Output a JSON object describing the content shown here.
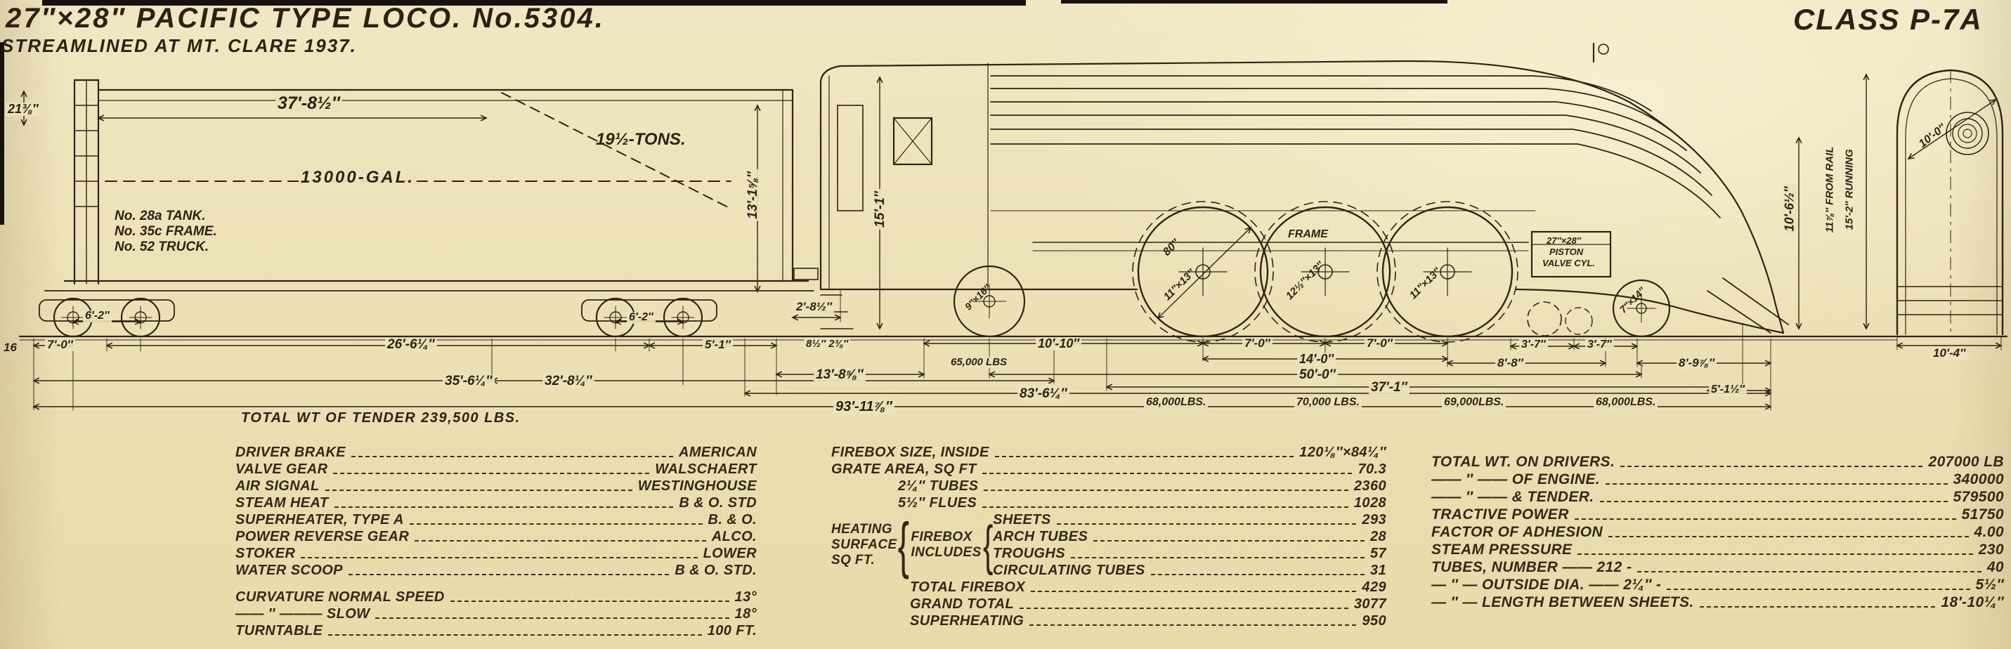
{
  "page": {
    "title": "27″×28″ PACIFIC TYPE LOCO. No.5304.",
    "subtitle": "STREAMLINED AT MT. CLARE 1937.",
    "class_label": "CLASS P-7A"
  },
  "tender": {
    "rear_height": "21⅜″",
    "length_top": "37′-8½″",
    "coal": "19½-TONS.",
    "water": "13000-GAL.",
    "note1": "No. 28a TANK.",
    "note2": "No. 35c FRAME.",
    "note3": "No. 52 TRUCK.",
    "height": "13′-1⅝″",
    "truck_spacing_rear": "6′-2″",
    "truck_spacing_front": "6′-2″",
    "rear_axle_dim": "7′-0″",
    "edge_note": "16",
    "truck_centers": "26′-6¼″",
    "front_gap": "5′-1″",
    "wheelbase": "35′-6¼″",
    "frame_dim": "32′-8¼″",
    "total_weight": "TOTAL WT OF TENDER 239,500 LBS."
  },
  "engine": {
    "gap_dim": "2′-8½″",
    "small_dims": "8½″ 2⅜″",
    "cab_height": "15′-1″",
    "trailing_weight": "65,000 LBS",
    "cab_to_driver": "13′-8⅝″",
    "trailing_to_driver": "10′-10″",
    "driver_spacing_1": "7′-0″",
    "driver_spacing_2": "7′-0″",
    "driver_wheelbase": "14′-0″",
    "lead_spacing_1": "3′-7″",
    "lead_spacing_2": "3′-7″",
    "driver_to_lead": "8′-8″",
    "front_overhang": "8′-9⅞″",
    "engine_wheelbase": "50′-0″",
    "driver_to_front": "37′-1″",
    "total_wheelbase": "93′-11⅞″",
    "engine_length": "83′-6¼″",
    "axle_weight_1": "68,000LBS.",
    "axle_weight_2": "70,000 LBS.",
    "axle_weight_3": "69,000LBS.",
    "axle_weight_4": "68,000LBS.",
    "pilot_dim": "5′-1½″",
    "driver_diameter": "80″",
    "journal_driver_1": "11″×13″",
    "journal_driver_2": "12½″×13″",
    "journal_driver_3": "11″×13″",
    "journal_trailing": "9″×16″",
    "journal_lead": "7″×14″",
    "frame_label": "FRAME",
    "cylinder_line1": "27″×28″",
    "cylinder_line2": "PISTON",
    "cylinder_line3": "VALVE CYL.",
    "boiler_height": "10′-6½″",
    "height_note_1": "11⅞″ FROM RAIL",
    "height_note_2": "15′-2″ RUNNING"
  },
  "front_view": {
    "width_dim": "10′-0″",
    "base_dim": "10′-4″"
  },
  "specs": {
    "left": {
      "rows": [
        {
          "label": "DRIVER BRAKE",
          "value": "AMERICAN"
        },
        {
          "label": "VALVE GEAR",
          "value": "WALSCHAERT"
        },
        {
          "label": "AIR SIGNAL",
          "value": "WESTINGHOUSE"
        },
        {
          "label": "STEAM HEAT",
          "value": "B & O. STD"
        },
        {
          "label": "SUPERHEATER, TYPE A",
          "value": "B. & O."
        },
        {
          "label": "POWER REVERSE GEAR",
          "value": "ALCO."
        },
        {
          "label": "STOKER",
          "value": "LOWER"
        },
        {
          "label": "WATER SCOOP",
          "value": "B & O. STD."
        }
      ],
      "rows2": [
        {
          "label": "CURVATURE NORMAL SPEED",
          "value": "13°"
        },
        {
          "label": "——  ″  ——— SLOW",
          "value": "18°"
        },
        {
          "label": "TURNTABLE",
          "value": "100 FT."
        }
      ]
    },
    "middle": {
      "brace": "{",
      "rows_a": [
        {
          "label": "FIREBOX SIZE, INSIDE",
          "value": "120⅛″×84¼″"
        },
        {
          "label": "GRATE AREA, SQ FT",
          "value": "70.3"
        }
      ],
      "rows_b": [
        {
          "label": "2¼″ TUBES",
          "value": "2360"
        },
        {
          "label": "5½″ FLUES",
          "value": "1028"
        }
      ],
      "group1_line1": "HEATING",
      "group1_line2": "SURFACE",
      "group1_line3": "SQ FT.",
      "group2_line1": "FIREBOX",
      "group2_line2": "INCLUDES",
      "group_rows": [
        {
          "label": "SHEETS",
          "value": "293"
        },
        {
          "label": "ARCH TUBES",
          "value": "28"
        },
        {
          "label": "TROUGHS",
          "value": "57"
        },
        {
          "label": "CIRCULATING TUBES",
          "value": "31"
        }
      ],
      "rows_bottom": [
        {
          "label": "TOTAL FIREBOX",
          "value": "429"
        },
        {
          "label": "GRAND TOTAL",
          "value": "3077"
        },
        {
          "label": "SUPERHEATING",
          "value": "950"
        }
      ]
    },
    "right": {
      "rows": [
        {
          "label": "TOTAL WT. ON DRIVERS.",
          "value": "207000 LB"
        },
        {
          "label": "——  ″  —— OF ENGINE.",
          "value": "340000"
        },
        {
          "label": "——  ″  —— & TENDER.",
          "value": "579500"
        },
        {
          "label": "TRACTIVE POWER",
          "value": "51750"
        },
        {
          "label": "FACTOR OF ADHESION",
          "value": "4.00"
        },
        {
          "label": "STEAM PRESSURE",
          "value": "230"
        },
        {
          "label": "TUBES, NUMBER —— 212 -",
          "value": "40"
        },
        {
          "label": "— ″ — OUTSIDE DIA. —— 2¼″ -",
          "value": "5½″"
        },
        {
          "label": "— ″ — LENGTH BETWEEN SHEETS.",
          "value": "18′-10¼″"
        }
      ]
    }
  }
}
